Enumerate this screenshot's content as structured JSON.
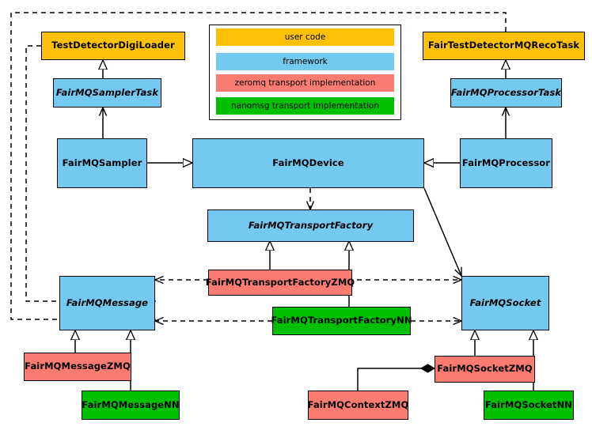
{
  "diagram": {
    "title": "FairMQ class hierarchy",
    "type": "uml-class-diagram",
    "background": "#ffffff",
    "colors": {
      "user_code": "#FFC107",
      "framework": "#74C9F0",
      "zeromq": "#FA7B72",
      "nanomsg": "#00C000",
      "stroke": "#000000",
      "legend_background": "#ffffff"
    }
  },
  "legend": {
    "name": "legend",
    "items": [
      {
        "label": "user code",
        "color": "#FFC107",
        "category": "user_code"
      },
      {
        "label": "framework",
        "color": "#74C9F0",
        "category": "framework"
      },
      {
        "label": "zeromq transport implementation",
        "color": "#FA7B72",
        "category": "zeromq"
      },
      {
        "label": "nanomsg transport implementation",
        "color": "#00C000",
        "category": "nanomsg"
      }
    ]
  },
  "nodes": [
    {
      "id": "TestDetectorDigiLoader",
      "label": "TestDetectorDigiLoader",
      "category": "user_code",
      "abstract": false
    },
    {
      "id": "FairTestDetectorMQRecoTask",
      "label": "FairTestDetectorMQRecoTask",
      "category": "user_code",
      "abstract": false
    },
    {
      "id": "FairMQSamplerTask",
      "label": "FairMQSamplerTask",
      "category": "framework",
      "abstract": true
    },
    {
      "id": "FairMQProcessorTask",
      "label": "FairMQProcessorTask",
      "category": "framework",
      "abstract": true
    },
    {
      "id": "FairMQSampler",
      "label": "FairMQSampler",
      "category": "framework",
      "abstract": false
    },
    {
      "id": "FairMQDevice",
      "label": "FairMQDevice",
      "category": "framework",
      "abstract": false
    },
    {
      "id": "FairMQProcessor",
      "label": "FairMQProcessor",
      "category": "framework",
      "abstract": false
    },
    {
      "id": "FairMQTransportFactory",
      "label": "FairMQTransportFactory",
      "category": "framework",
      "abstract": true
    },
    {
      "id": "FairMQTransportFactoryZMQ",
      "label": "FairMQTransportFactoryZMQ",
      "category": "zeromq",
      "abstract": false
    },
    {
      "id": "FairMQTransportFactoryNN",
      "label": "FairMQTransportFactoryNN",
      "category": "nanomsg",
      "abstract": false
    },
    {
      "id": "FairMQMessage",
      "label": "FairMQMessage",
      "category": "framework",
      "abstract": true
    },
    {
      "id": "FairMQSocket",
      "label": "FairMQSocket",
      "category": "framework",
      "abstract": true
    },
    {
      "id": "FairMQMessageZMQ",
      "label": "FairMQMessageZMQ",
      "category": "zeromq",
      "abstract": false
    },
    {
      "id": "FairMQMessageNN",
      "label": "FairMQMessageNN",
      "category": "nanomsg",
      "abstract": false
    },
    {
      "id": "FairMQSocketZMQ",
      "label": "FairMQSocketZMQ",
      "category": "zeromq",
      "abstract": false
    },
    {
      "id": "FairMQSocketNN",
      "label": "FairMQSocketNN",
      "category": "nanomsg",
      "abstract": false
    },
    {
      "id": "FairMQContextZMQ",
      "label": "FairMQContextZMQ",
      "category": "zeromq",
      "abstract": false
    }
  ],
  "edges": [
    {
      "from": "TestDetectorDigiLoader",
      "to": "FairMQSamplerTask",
      "kind": "generalization"
    },
    {
      "from": "FairTestDetectorMQRecoTask",
      "to": "FairMQProcessorTask",
      "kind": "generalization"
    },
    {
      "from": "FairMQSamplerTask",
      "to": "FairMQSampler",
      "kind": "association"
    },
    {
      "from": "FairMQProcessorTask",
      "to": "FairMQProcessor",
      "kind": "association"
    },
    {
      "from": "FairMQSampler",
      "to": "FairMQDevice",
      "kind": "generalization"
    },
    {
      "from": "FairMQProcessor",
      "to": "FairMQDevice",
      "kind": "generalization"
    },
    {
      "from": "FairMQDevice",
      "to": "FairMQTransportFactory",
      "kind": "dependency"
    },
    {
      "from": "FairMQDevice",
      "to": "FairMQSocket",
      "kind": "association"
    },
    {
      "from": "FairMQTransportFactoryZMQ",
      "to": "FairMQTransportFactory",
      "kind": "generalization"
    },
    {
      "from": "FairMQTransportFactoryNN",
      "to": "FairMQTransportFactory",
      "kind": "generalization"
    },
    {
      "from": "FairMQTransportFactoryZMQ",
      "to": "FairMQMessage",
      "kind": "dependency"
    },
    {
      "from": "FairMQTransportFactoryZMQ",
      "to": "FairMQSocket",
      "kind": "dependency"
    },
    {
      "from": "FairMQTransportFactoryNN",
      "to": "FairMQMessage",
      "kind": "dependency"
    },
    {
      "from": "FairMQTransportFactoryNN",
      "to": "FairMQSocket",
      "kind": "dependency"
    },
    {
      "from": "TestDetectorDigiLoader",
      "to": "FairMQMessage",
      "kind": "dependency"
    },
    {
      "from": "FairTestDetectorMQRecoTask",
      "to": "FairMQMessage",
      "kind": "dependency"
    },
    {
      "from": "FairMQMessageZMQ",
      "to": "FairMQMessage",
      "kind": "generalization"
    },
    {
      "from": "FairMQMessageNN",
      "to": "FairMQMessage",
      "kind": "generalization"
    },
    {
      "from": "FairMQSocketZMQ",
      "to": "FairMQSocket",
      "kind": "generalization"
    },
    {
      "from": "FairMQSocketNN",
      "to": "FairMQSocket",
      "kind": "generalization"
    },
    {
      "from": "FairMQContextZMQ",
      "to": "FairMQSocketZMQ",
      "kind": "composition"
    }
  ]
}
